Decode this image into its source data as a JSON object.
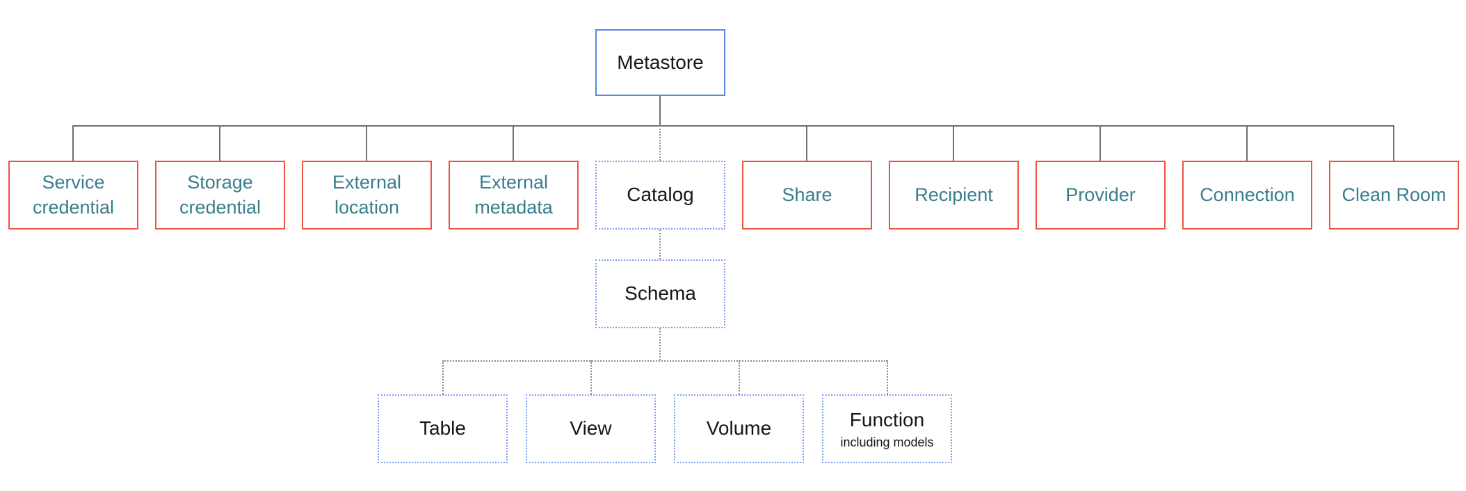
{
  "metastore": {
    "label": "Metastore"
  },
  "level2": {
    "boxes": [
      {
        "label": "Service credential"
      },
      {
        "label": "Storage credential"
      },
      {
        "label": "External location"
      },
      {
        "label": "External metadata"
      },
      {
        "label": "Catalog"
      },
      {
        "label": "Share"
      },
      {
        "label": "Recipient"
      },
      {
        "label": "Provider"
      },
      {
        "label": "Connection"
      },
      {
        "label": "Clean Room"
      }
    ]
  },
  "schema": {
    "label": "Schema"
  },
  "level4": {
    "boxes": [
      {
        "label": "Table"
      },
      {
        "label": "View"
      },
      {
        "label": "Volume"
      },
      {
        "label": "Function",
        "sublabel": "including models"
      }
    ]
  },
  "colors": {
    "red_border": "#ee5341",
    "teal_text": "#3a7d8d",
    "blue_border": "#5c85e6",
    "blue_dotted_border": "#7d9bee",
    "connector_solid": "#6f6f6f",
    "connector_dotted": "#8a8a8a",
    "label_text": "#161616"
  }
}
